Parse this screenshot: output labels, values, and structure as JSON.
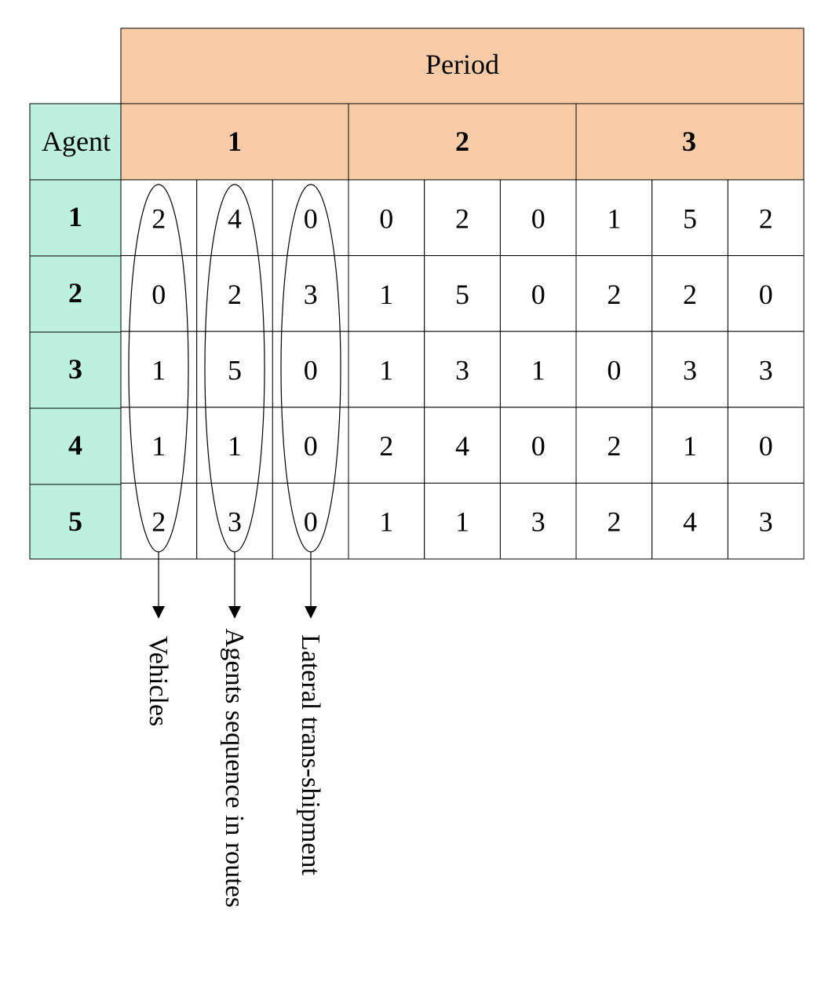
{
  "header": {
    "period_label": "Period",
    "agent_label": "Agent",
    "periods": [
      "1",
      "2",
      "3"
    ]
  },
  "rows": [
    {
      "agent": "1",
      "values": [
        "2",
        "4",
        "0",
        "0",
        "2",
        "0",
        "1",
        "5",
        "2"
      ]
    },
    {
      "agent": "2",
      "values": [
        "0",
        "2",
        "3",
        "1",
        "5",
        "0",
        "2",
        "2",
        "0"
      ]
    },
    {
      "agent": "3",
      "values": [
        "1",
        "5",
        "0",
        "1",
        "3",
        "1",
        "0",
        "3",
        "3"
      ]
    },
    {
      "agent": "4",
      "values": [
        "1",
        "1",
        "0",
        "2",
        "4",
        "0",
        "2",
        "1",
        "0"
      ]
    },
    {
      "agent": "5",
      "values": [
        "2",
        "3",
        "0",
        "1",
        "1",
        "3",
        "2",
        "4",
        "3"
      ]
    }
  ],
  "annotations": [
    "Vehicles",
    "Agents sequence in routes",
    "Lateral trans-shipment"
  ],
  "colors": {
    "period_fill": "#F9CBA7",
    "agent_fill": "#BEF0E0",
    "line": "#000000"
  }
}
